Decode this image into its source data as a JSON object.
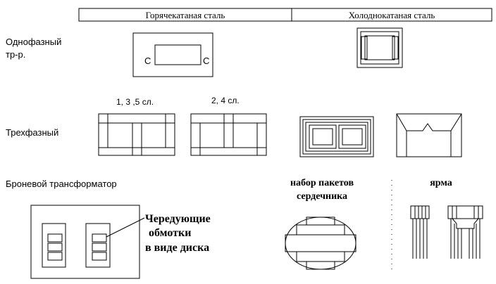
{
  "header": {
    "col_hot": "Горячекатаная сталь",
    "col_cold": "Холоднокатаная сталь"
  },
  "rows": {
    "single_phase_line1": "Однофазный",
    "single_phase_line2": "тр-р.",
    "three_phase": "Трехфазный",
    "armored": "Броневой трансформатор"
  },
  "labels": {
    "layers_odd": "1, 3 ,5 сл.",
    "layers_even": "2, 4  сл.",
    "winding_c_left": "C",
    "winding_c_right": "C",
    "core_pack_line1": "набор пакетов",
    "core_pack_line2": "сердечника",
    "yoke": "ярма",
    "alt_windings_line1": "Чередующие",
    "alt_windings_line2": "обмотки",
    "alt_windings_line3": "в виде диска"
  }
}
